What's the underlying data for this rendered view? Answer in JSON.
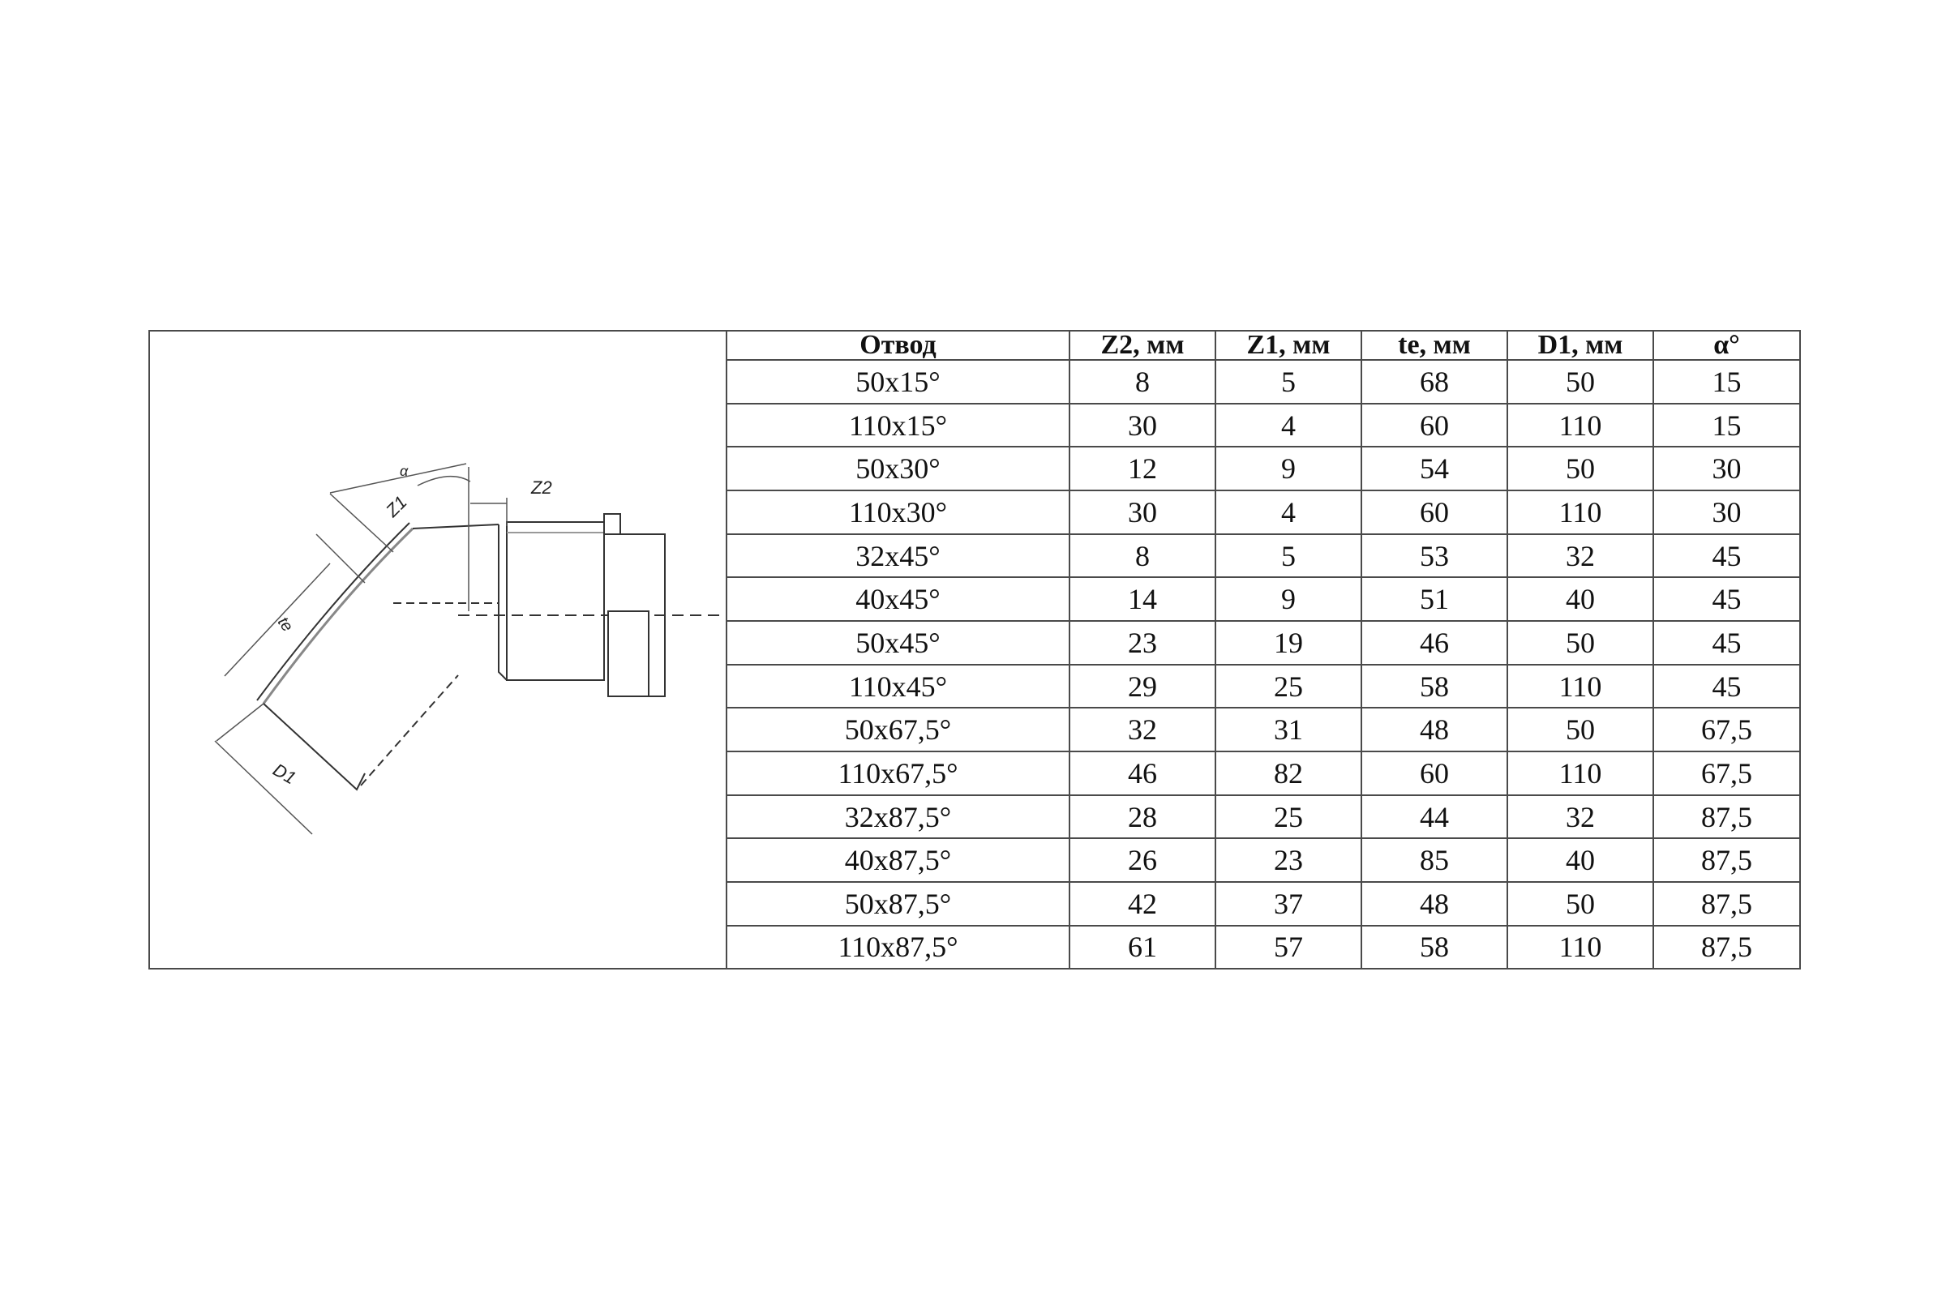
{
  "drawing": {
    "labels": {
      "alpha": "α",
      "z1": "Z1",
      "z2": "Z2",
      "te": "te",
      "d1": "D1"
    }
  },
  "table": {
    "headers": [
      "Отвод",
      "Z2, мм",
      "Z1, мм",
      "te, мм",
      "D1, мм",
      "α°"
    ],
    "rows": [
      [
        "50x15°",
        "8",
        "5",
        "68",
        "50",
        "15"
      ],
      [
        "110x15°",
        "30",
        "4",
        "60",
        "110",
        "15"
      ],
      [
        "50x30°",
        "12",
        "9",
        "54",
        "50",
        "30"
      ],
      [
        "110x30°",
        "30",
        "4",
        "60",
        "110",
        "30"
      ],
      [
        "32x45°",
        "8",
        "5",
        "53",
        "32",
        "45"
      ],
      [
        "40x45°",
        "14",
        "9",
        "51",
        "40",
        "45"
      ],
      [
        "50x45°",
        "23",
        "19",
        "46",
        "50",
        "45"
      ],
      [
        "110x45°",
        "29",
        "25",
        "58",
        "110",
        "45"
      ],
      [
        "50x67,5°",
        "32",
        "31",
        "48",
        "50",
        "67,5"
      ],
      [
        "110x67,5°",
        "46",
        "82",
        "60",
        "110",
        "67,5"
      ],
      [
        "32x87,5°",
        "28",
        "25",
        "44",
        "32",
        "87,5"
      ],
      [
        "40x87,5°",
        "26",
        "23",
        "85",
        "40",
        "87,5"
      ],
      [
        "50x87,5°",
        "42",
        "37",
        "48",
        "50",
        "87,5"
      ],
      [
        "110x87,5°",
        "61",
        "57",
        "58",
        "110",
        "87,5"
      ]
    ]
  }
}
